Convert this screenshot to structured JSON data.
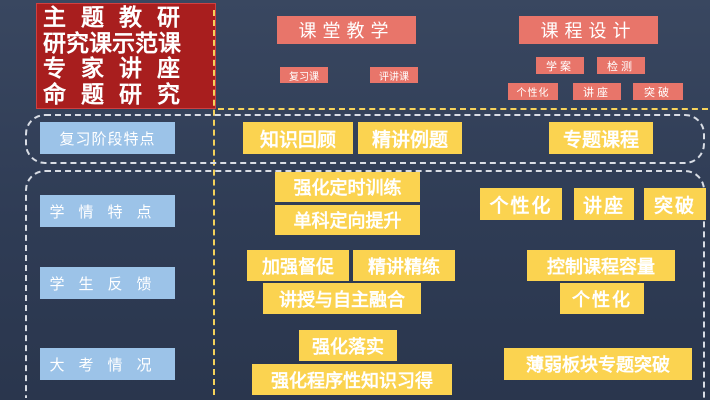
{
  "title_lines": [
    "主题教研",
    "研究课示范课",
    "专家讲座",
    "命题研究"
  ],
  "headers": {
    "classroom": "课堂教学",
    "course": "课程设计"
  },
  "classroom_tags": [
    "复习课",
    "评讲课"
  ],
  "course_tags": [
    "学案",
    "检测",
    "个性化",
    "讲座",
    "突破"
  ],
  "row_labels": {
    "stage": "复习阶段特点",
    "learning": "学情特点",
    "feedback": "学生反馈",
    "exam": "大考情况"
  },
  "stage_items": [
    "知识回顾",
    "精讲例题",
    "专题课程"
  ],
  "learning_items": [
    "强化定时训练",
    "单科定向提升",
    "个性化",
    "讲座",
    "突破"
  ],
  "feedback_items": [
    "加强督促",
    "精讲精练",
    "讲授与自主融合",
    "控制课程容量",
    "个性化"
  ],
  "exam_items": [
    "强化落实",
    "强化程序性知识习得",
    "薄弱板块专题突破"
  ]
}
